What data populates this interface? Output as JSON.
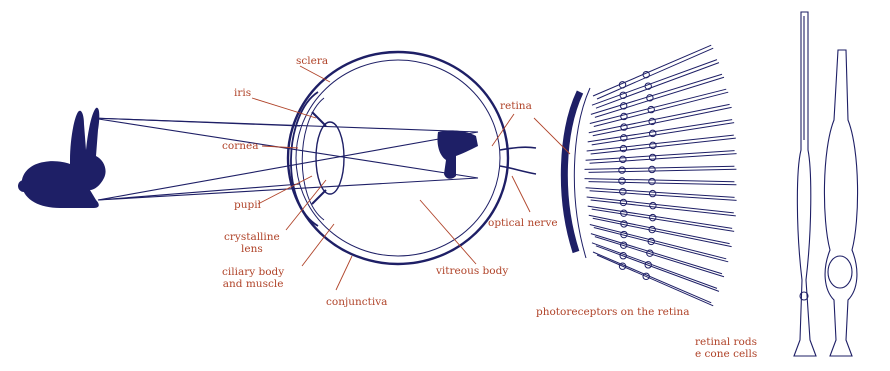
{
  "labels": {
    "sclera": "sclera",
    "iris": "iris",
    "cornea": "cornea",
    "pupil": "pupil",
    "crystalline_lens": "crystalline\nlens",
    "ciliary_body": "ciliary body\nand muscle",
    "conjunctiva": "conjunctiva",
    "vitreous_body": "vitreous body",
    "retina": "retina",
    "optical_nerve": "optical nerve",
    "photoreceptors": "photoreceptors on the retina",
    "rods_cones": "retinal rods\ne cone cells"
  },
  "colors": {
    "ink": "#1e1f66",
    "label": "#b0442a",
    "leader": "#b0442a"
  }
}
